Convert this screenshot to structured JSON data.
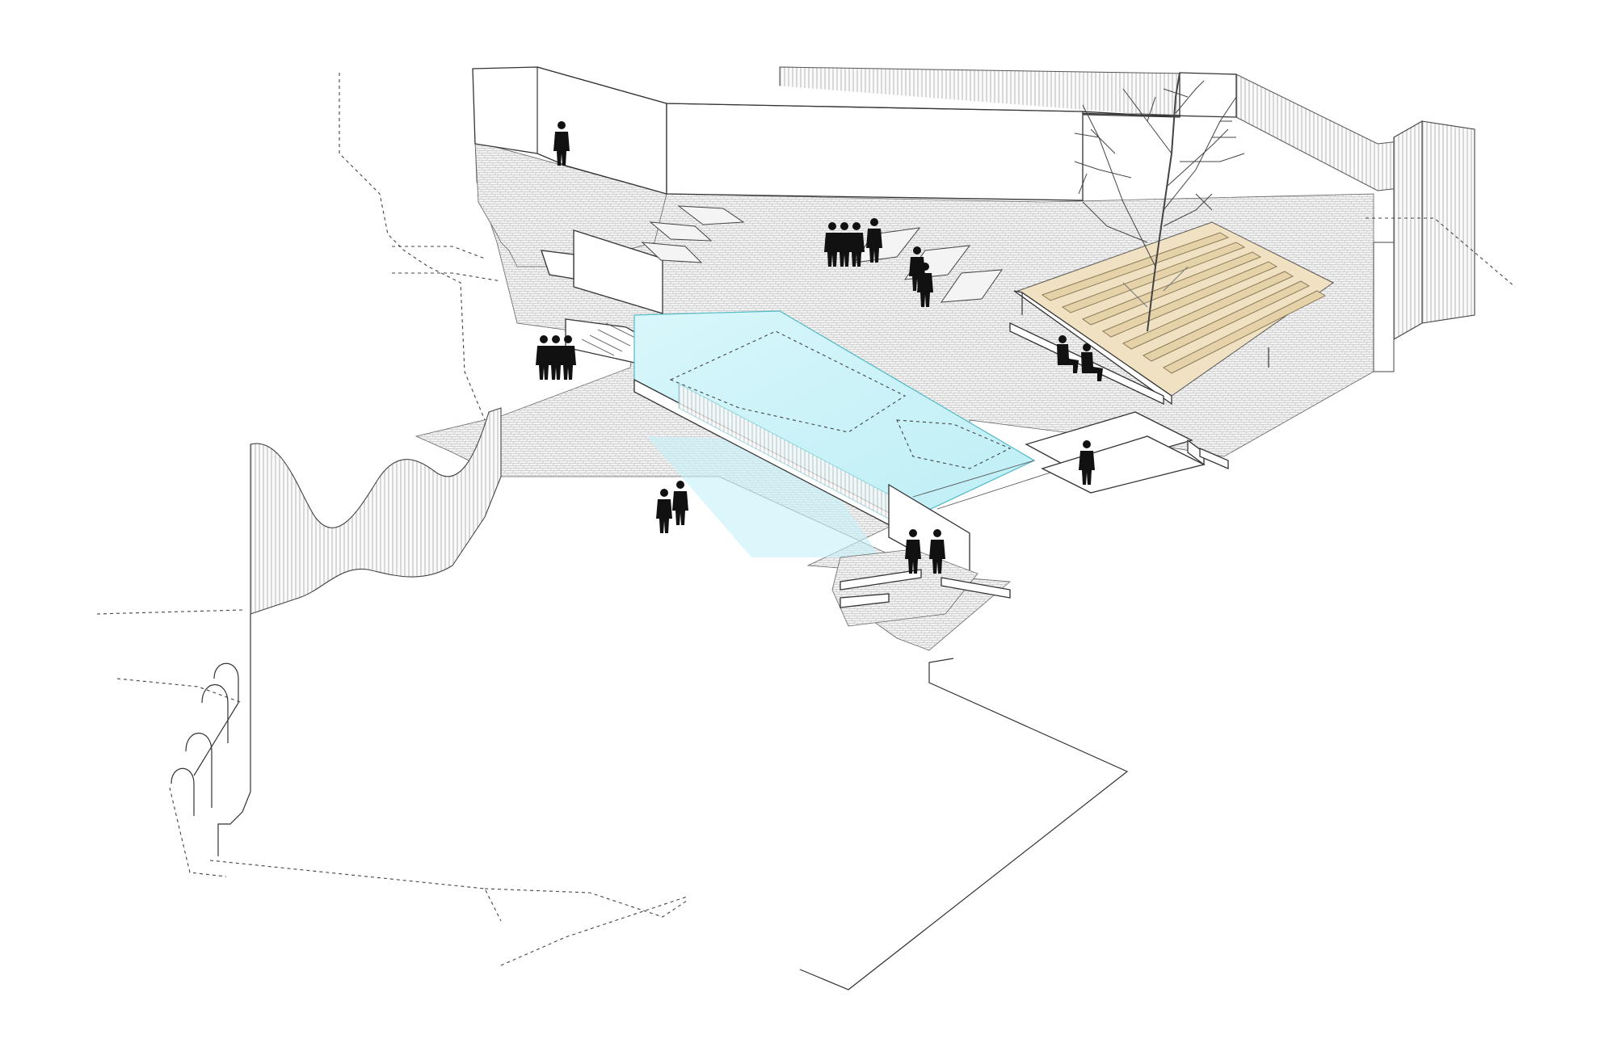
{
  "drawing": {
    "kind": "axonometric site drawing",
    "colors": {
      "line": "#333333",
      "paving_hatch": "#9a9a9a",
      "pool_water": "#c9f2f7",
      "pool_edge": "#6fd6e4",
      "pergola_wood": "#e6d2a9",
      "figure": "#111111",
      "background": "#ffffff"
    },
    "elements": [
      "paved-plaza",
      "reflecting-pool",
      "timber-pergola",
      "bare-tree",
      "retaining-wall",
      "corrugated-wall",
      "benches",
      "stairs",
      "people-silhouettes"
    ]
  }
}
